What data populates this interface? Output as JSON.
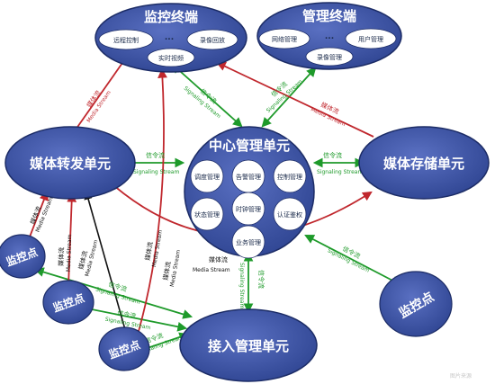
{
  "colors": {
    "unit_fill": "#3b52a3",
    "unit_stroke": "#1c2c66",
    "sub_fill": "#ffffff",
    "signal": "#1e9a2a",
    "media": "#c0272d",
    "media_dark": "#111111"
  },
  "nodes": {
    "monitor_terminal": {
      "label": "监控终端",
      "items": [
        "远程控制",
        "录像回放",
        "实时视频"
      ],
      "dots": "..."
    },
    "mgmt_terminal": {
      "label": "管理终端",
      "items": [
        "网络管理",
        "用户管理",
        "录像管理"
      ],
      "dots": "..."
    },
    "center": {
      "label": "中心管理单元",
      "items": [
        "调度管理",
        "告警管理",
        "控制管理",
        "状态管理",
        "时钟管理",
        "认证鉴权",
        "业务管理"
      ]
    },
    "media_forward": {
      "label": "媒体转发单元"
    },
    "media_storage": {
      "label": "媒体存储单元"
    },
    "access_mgmt": {
      "label": "接入管理单元"
    },
    "monitor_points": [
      {
        "label": "监控点"
      },
      {
        "label": "监控点"
      },
      {
        "label": "监控点"
      },
      {
        "label": "监控点"
      }
    ]
  },
  "streams": {
    "signal_cn": "信令流",
    "signal_en": "Signaling Stream",
    "media_cn": "媒体流",
    "media_en": "Media Stream"
  },
  "watermark": "图片来源"
}
